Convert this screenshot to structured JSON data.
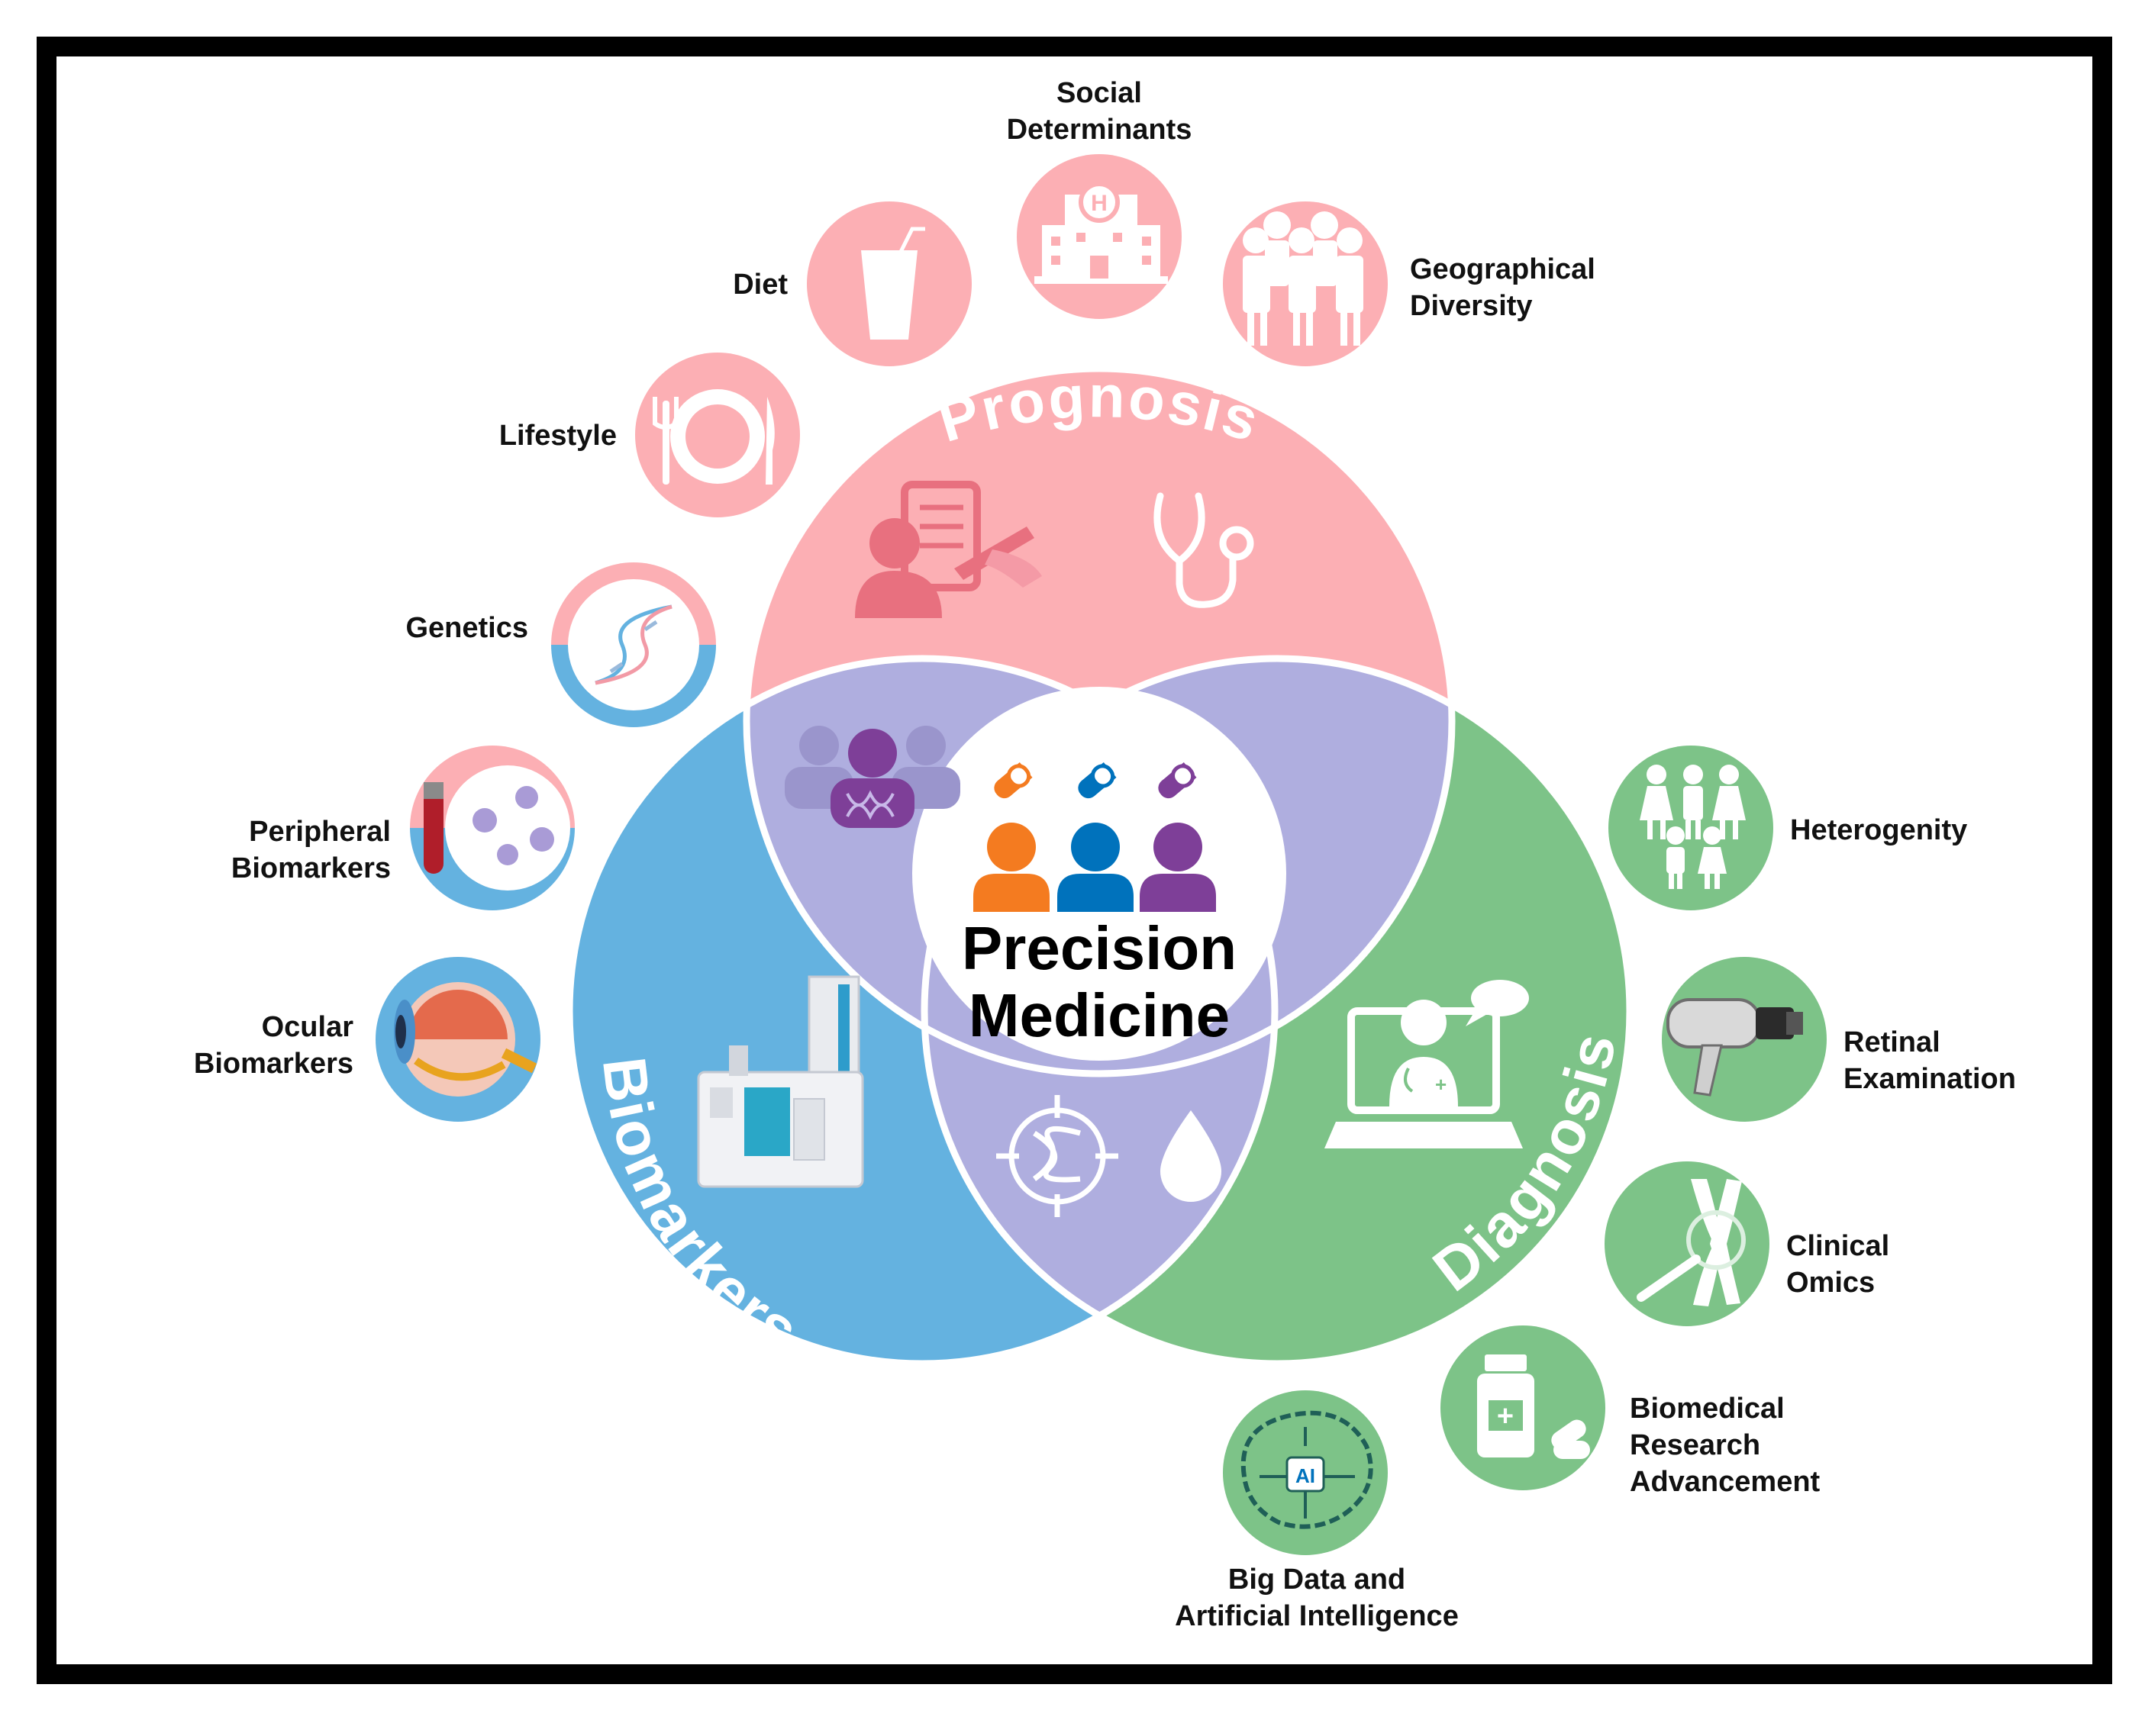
{
  "center": {
    "line1": "Precision",
    "line2": "Medicine"
  },
  "circles": {
    "prognosis": {
      "label": "Prognosis",
      "color": "#FCAFB4"
    },
    "biomarkers": {
      "label": "Biomarkers",
      "color": "#64B2E0"
    },
    "diagnosis": {
      "label": "Diagnosis",
      "color": "#7DC388"
    },
    "overlap_color": "#AFAEDF"
  },
  "pink_items": [
    {
      "id": "social",
      "lines": [
        "Social",
        "Determinants"
      ],
      "icon": "hospital-icon"
    },
    {
      "id": "diet",
      "lines": [
        "Diet"
      ],
      "icon": "drink-cup-icon"
    },
    {
      "id": "geo",
      "lines": [
        "Geographical",
        "Diversity"
      ],
      "icon": "crowd-icon"
    },
    {
      "id": "lifestyle",
      "lines": [
        "Lifestyle"
      ],
      "icon": "plate-cutlery-icon"
    },
    {
      "id": "genetics",
      "lines": [
        "Genetics"
      ],
      "icon": "dna-icon"
    }
  ],
  "blue_items": [
    {
      "id": "peripheral",
      "lines": [
        "Peripheral",
        "Biomarkers"
      ],
      "icon": "blood-tube-cells-icon"
    },
    {
      "id": "ocular",
      "lines": [
        "Ocular",
        "Biomarkers"
      ],
      "icon": "eye-icon"
    }
  ],
  "green_items": [
    {
      "id": "heterogenity",
      "lines": [
        "Heterogenity"
      ],
      "icon": "family-icon"
    },
    {
      "id": "retinal",
      "lines": [
        "Retinal",
        "Examination"
      ],
      "icon": "retinal-camera-icon"
    },
    {
      "id": "omics",
      "lines": [
        "Clinical",
        "Omics"
      ],
      "icon": "chromosome-magnifier-icon"
    },
    {
      "id": "biomedical",
      "lines": [
        "Biomedical",
        "Research",
        "Advancement"
      ],
      "icon": "medicine-bottle-icon"
    },
    {
      "id": "bigdata",
      "lines": [
        "Big Data and",
        "Artificial Intelligence"
      ],
      "icon": "ai-brain-icon",
      "badge": "AI"
    }
  ],
  "colors": {
    "pill_orange": "#F47B20",
    "pill_blue": "#0072BC",
    "pill_purple": "#7E3F98",
    "dark_purple": "#7E3F98"
  }
}
